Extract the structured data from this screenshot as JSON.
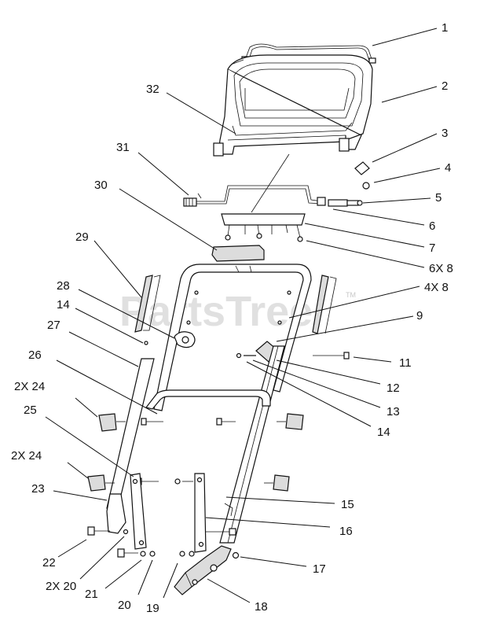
{
  "watermark": {
    "text": "PartsTree",
    "tm": "TM"
  },
  "labels": {
    "l1": "1",
    "l2": "2",
    "l3": "3",
    "l4": "4",
    "l5": "5",
    "l6": "6",
    "l7": "7",
    "l6x8": "6X 8",
    "l4x8": "4X 8",
    "l9": "9",
    "l11": "11",
    "l12": "12",
    "l13": "13",
    "l14a": "14",
    "l14b": "14",
    "l15": "15",
    "l16": "16",
    "l17": "17",
    "l18": "18",
    "l19": "19",
    "l20": "20",
    "l21": "21",
    "l2x20": "2X 20",
    "l22": "22",
    "l23": "23",
    "l2x24a": "2X 24",
    "l2x24b": "2X 24",
    "l25": "25",
    "l26": "26",
    "l27": "27",
    "l28": "28",
    "l29": "29",
    "l30": "30",
    "l31": "31",
    "l32": "32"
  }
}
